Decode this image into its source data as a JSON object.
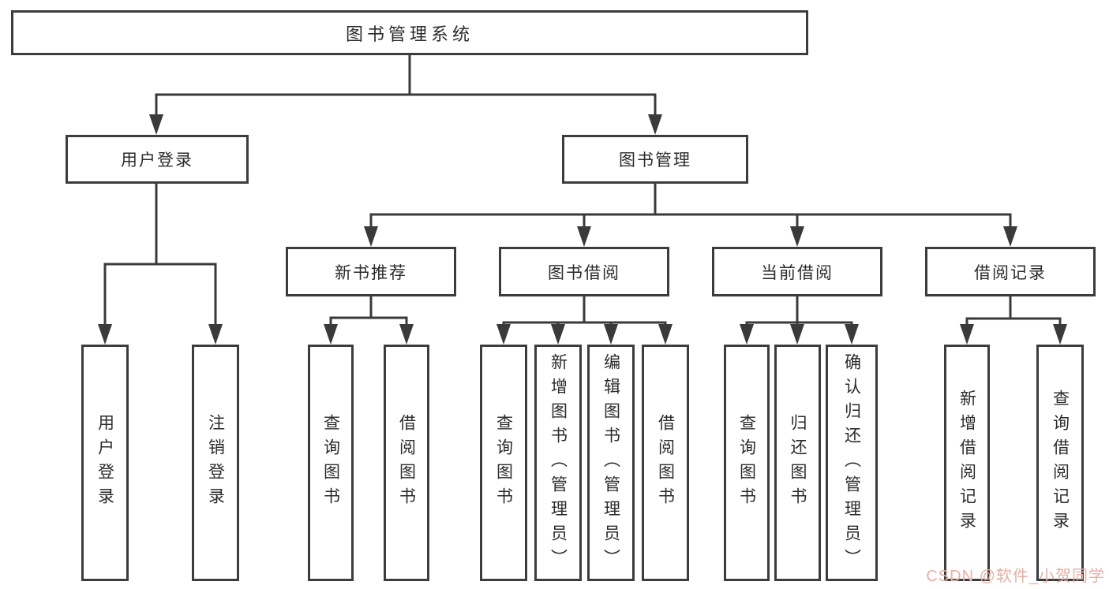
{
  "tree": {
    "label": "图书管理系统",
    "children": [
      {
        "label": "用户登录",
        "children": [
          {
            "label": "用户登录"
          },
          {
            "label": "注销登录"
          }
        ]
      },
      {
        "label": "图书管理",
        "children": [
          {
            "label": "新书推荐",
            "children": [
              {
                "label": "查询图书"
              },
              {
                "label": "借阅图书"
              }
            ]
          },
          {
            "label": "图书借阅",
            "children": [
              {
                "label": "查询图书"
              },
              {
                "label": "新增图书（管理员）"
              },
              {
                "label": "编辑图书（管理员）"
              },
              {
                "label": "借阅图书"
              }
            ]
          },
          {
            "label": "当前借阅",
            "children": [
              {
                "label": "查询图书"
              },
              {
                "label": "归还图书"
              },
              {
                "label": "确认归还（管理员）"
              }
            ]
          },
          {
            "label": "借阅记录",
            "children": [
              {
                "label": "新增借阅记录"
              },
              {
                "label": "查询借阅记录"
              }
            ]
          }
        ]
      }
    ]
  },
  "colors": {
    "line": "#3a3a3a",
    "box_border": "#3c3c3c",
    "text": "#2b2b2b",
    "watermark": "#e6b0a6"
  },
  "watermark": {
    "text": "CSDN @软件_小贺同学"
  }
}
